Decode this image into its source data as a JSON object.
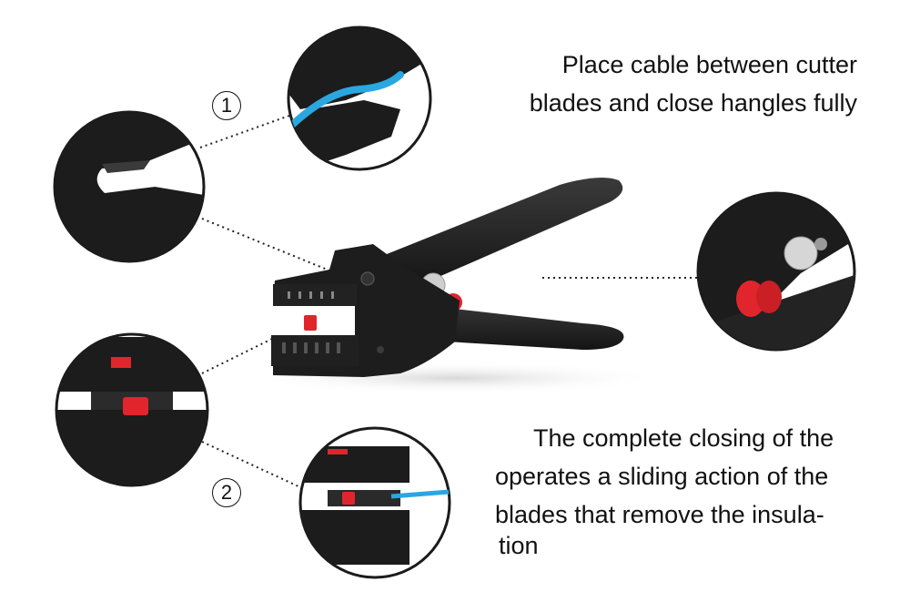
{
  "captions": {
    "top": [
      "Place cable between cutter",
      "blades and close hangles fully"
    ],
    "bottom": [
      "The complete closing of the",
      "operates a sliding action of the",
      "blades that remove the insula-",
      "tion"
    ]
  },
  "steps": [
    "1",
    "2"
  ],
  "colors": {
    "tool_body": "#1c1c1c",
    "handle": "#232323",
    "accent_red": "#e0262c",
    "cable_blue": "#2aa7e0",
    "callout_dots": "#222222"
  }
}
